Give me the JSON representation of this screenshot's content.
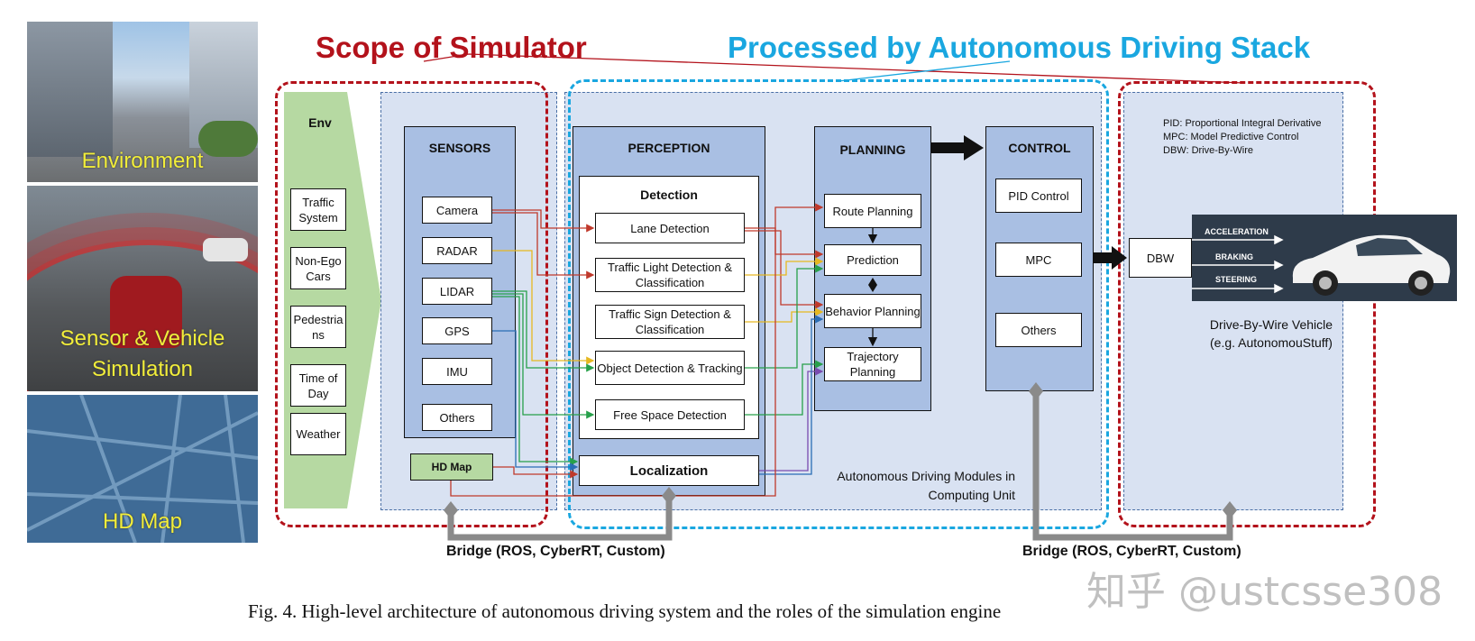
{
  "colors": {
    "scope_red": "#b3121b",
    "stack_blue": "#1aa7e0",
    "panel_light": "#d9e2f2",
    "module_blue": "#a9bfe3",
    "env_green": "#b6d9a2"
  },
  "titles": {
    "scope": "Scope of Simulator",
    "stack": "Processed by Autonomous Driving Stack"
  },
  "photos": {
    "environment": "Environment",
    "sensor_line1": "Sensor & Vehicle",
    "sensor_line2": "Simulation",
    "hdmap": "HD Map"
  },
  "env": {
    "header": "Env",
    "items": [
      "Traffic System",
      "Non-Ego Cars",
      "Pedestria ns",
      "Time of Day",
      "Weather"
    ]
  },
  "sensors": {
    "header": "SENSORS",
    "items": [
      "Camera",
      "RADAR",
      "LIDAR",
      "GPS",
      "IMU",
      "Others"
    ],
    "hdmap": "HD Map"
  },
  "perception": {
    "header": "PERCEPTION",
    "detection_header": "Detection",
    "items": [
      "Lane Detection",
      "Traffic Light Detection & Classification",
      "Traffic Sign Detection & Classification",
      "Object Detection & Tracking",
      "Free Space Detection"
    ],
    "localization": "Localization"
  },
  "planning": {
    "header": "PLANNING",
    "items": [
      "Route Planning",
      "Prediction",
      "Behavior Planning",
      "Trajectory Planning"
    ]
  },
  "control": {
    "header": "CONTROL",
    "items": [
      "PID Control",
      "MPC",
      "Others"
    ]
  },
  "modules_note": {
    "line1": "Autonomous Driving Modules in",
    "line2": "Computing Unit"
  },
  "vehicle": {
    "legend": [
      "PID: Proportional Integral Derivative",
      "MPC: Model Predictive Control",
      "DBW: Drive-By-Wire"
    ],
    "dbw": "DBW",
    "signals": [
      "ACCELERATION",
      "BRAKING",
      "STEERING"
    ],
    "label_line1": "Drive-By-Wire Vehicle",
    "label_line2": "(e.g. AutonomouStuff)"
  },
  "bridges": {
    "left": "Bridge (ROS, CyberRT, Custom)",
    "right": "Bridge (ROS, CyberRT, Custom)"
  },
  "caption": "Fig. 4.   High-level architecture of autonomous driving system and the roles of the simulation engine",
  "watermark": "知乎 @ustcsse308"
}
